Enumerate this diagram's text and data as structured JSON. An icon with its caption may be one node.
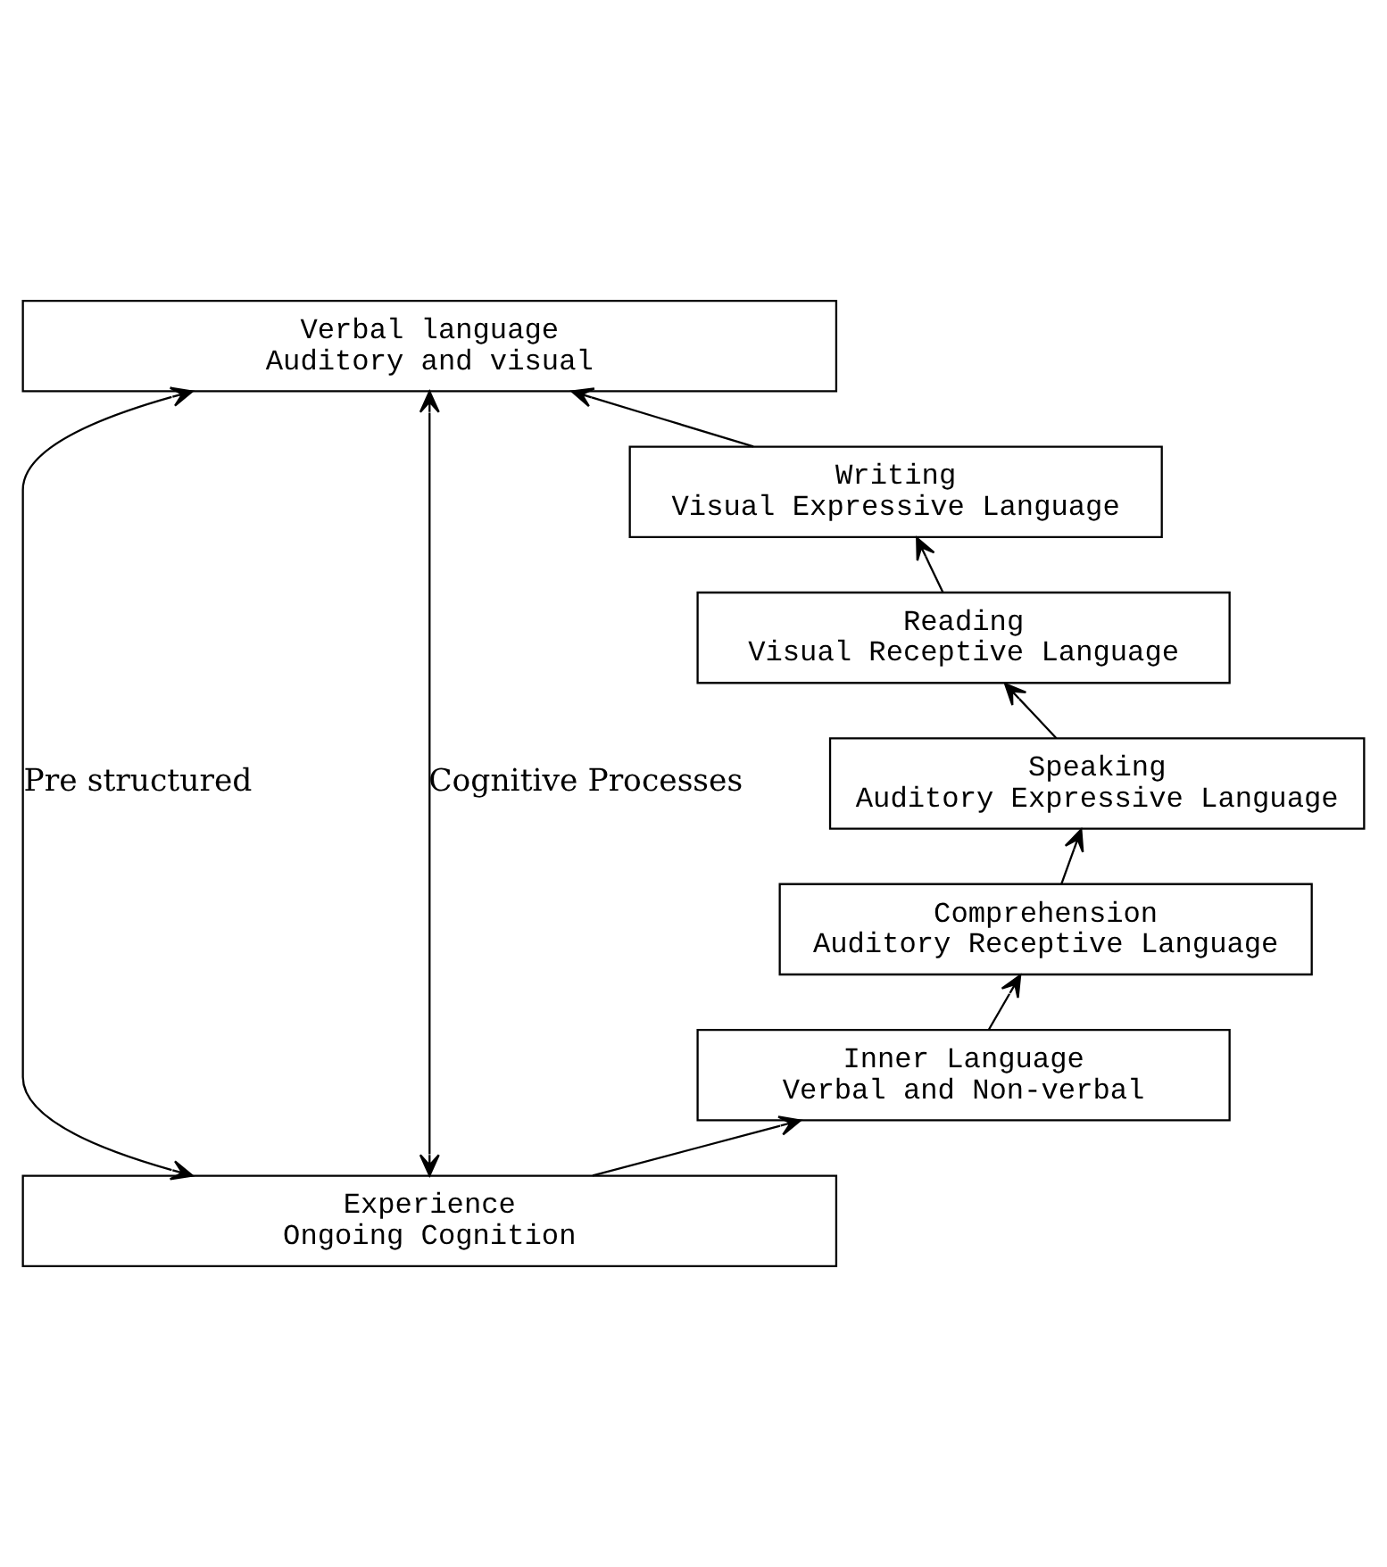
{
  "diagram": {
    "nodes": [
      {
        "text": [
          "Verbal language",
          "Auditory and visual"
        ]
      },
      {
        "text": [
          "Writing",
          "Visual Expressive Language"
        ]
      },
      {
        "text": [
          "Reading",
          "Visual Receptive Language"
        ]
      },
      {
        "text": [
          "Speaking",
          "Auditory Expressive Language"
        ]
      },
      {
        "text": [
          "Comprehension",
          "Auditory Receptive Language"
        ]
      },
      {
        "text": [
          "Inner Language",
          "Verbal and Non-verbal"
        ]
      },
      {
        "text": [
          "Experience",
          "Ongoing Cognition"
        ]
      }
    ],
    "edges": [
      {
        "from": 6,
        "to": 5,
        "arrow": "to"
      },
      {
        "from": 5,
        "to": 4,
        "arrow": "to"
      },
      {
        "from": 4,
        "to": 3,
        "arrow": "to"
      },
      {
        "from": 3,
        "to": 2,
        "arrow": "to"
      },
      {
        "from": 2,
        "to": 1,
        "arrow": "to"
      },
      {
        "from": 1,
        "to": 0,
        "arrow": "to"
      },
      {
        "from": 6,
        "to": 0,
        "arrow": "both",
        "label": "Pre structured"
      },
      {
        "from": 6,
        "to": 0,
        "arrow": "both",
        "label": "Cognitive Processes"
      }
    ]
  }
}
